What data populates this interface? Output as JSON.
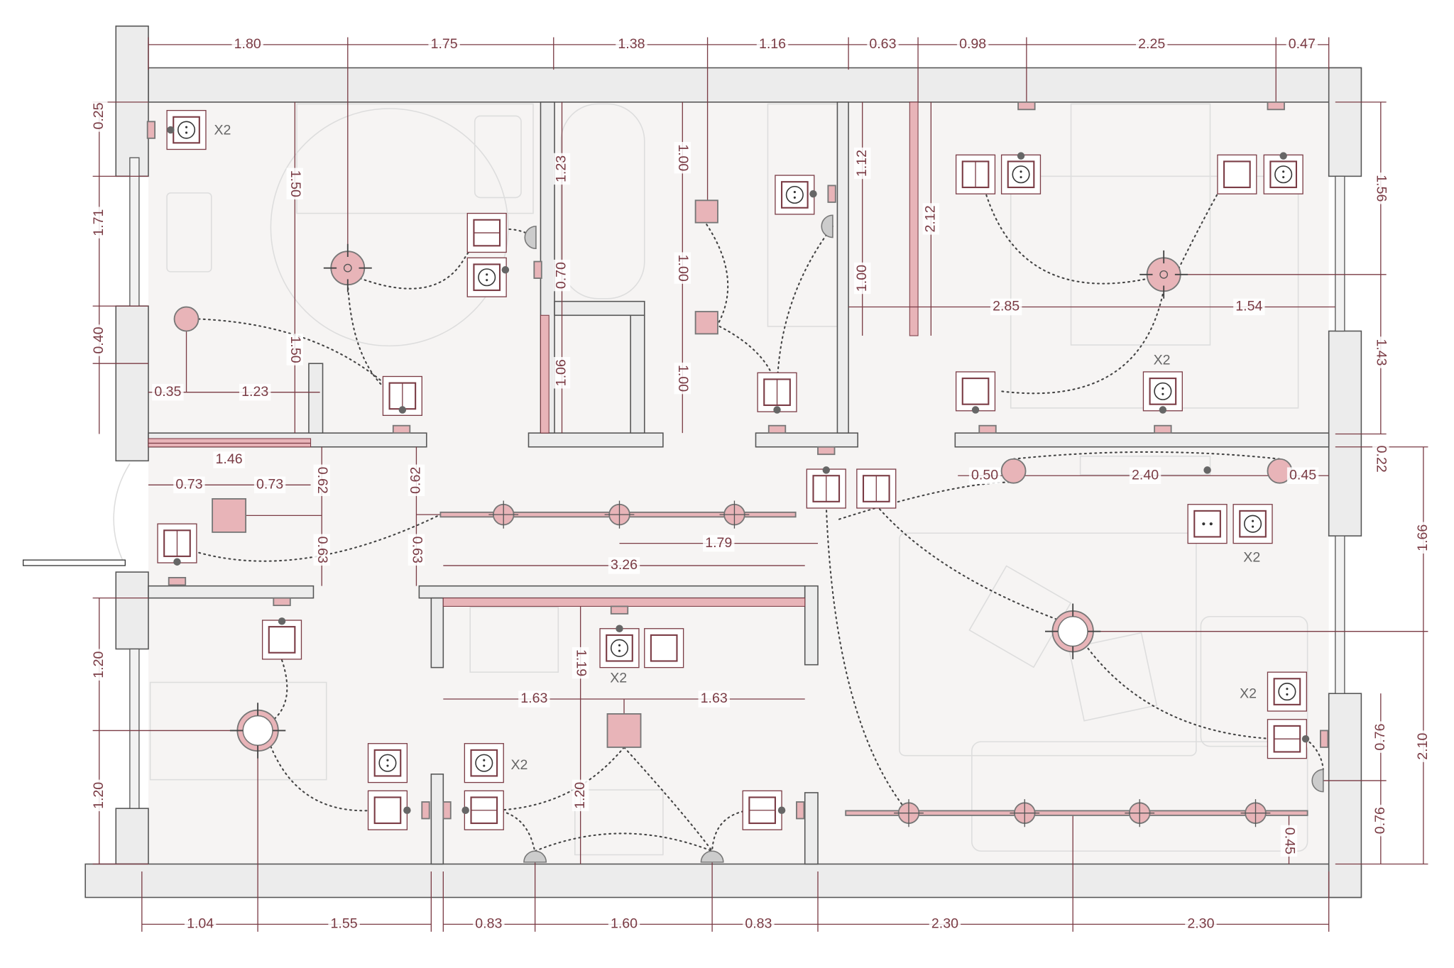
{
  "title": "",
  "colors": {
    "dimension": "#7a3b44",
    "fixture": "#e8b4b8",
    "wall": "#ececec",
    "wiring": "#444444"
  },
  "dimensions": [
    "1.80",
    "1.75",
    "1.38",
    "1.16",
    "0.63",
    "0.98",
    "2.25",
    "0.47",
    "0.25",
    "1.71",
    "0.40",
    "1.20",
    "1.20",
    "1.50",
    "1.50",
    "1.23",
    "0.70",
    "1.06",
    "1.00",
    "1.00",
    "1.00",
    "1.12",
    "1.00",
    "2.12",
    "2.85",
    "1.54",
    "1.56",
    "1.43",
    "0.22",
    "1.66",
    "2.10",
    "0.76",
    "0.76",
    "0.45",
    "0.50",
    "2.40",
    "0.45",
    "0.35",
    "1.23",
    "1.46",
    "0.73",
    "0.73",
    "0.62",
    "0.63",
    "0.62",
    "0.63",
    "1.79",
    "3.26",
    "1.19",
    "1.63",
    "1.63",
    "1.20",
    "1.04",
    "1.55",
    "0.83",
    "1.60",
    "0.83",
    "2.30",
    "2.30"
  ],
  "quantity_labels": [
    "X2",
    "X2",
    "X2",
    "X2",
    "X2",
    "X2"
  ],
  "legend_icons": [
    "socket-icon",
    "double-socket-icon",
    "switch-icon",
    "double-switch-icon",
    "ceiling-light-icon",
    "wall-light-icon",
    "track-light-icon",
    "junction-box-icon"
  ]
}
